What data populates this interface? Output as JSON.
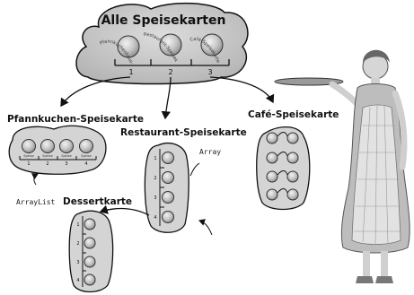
{
  "top_cloud": {
    "title": "Alle Speisekarten",
    "arc_labels": [
      "Pfannkuchenhaus-Speisekarte",
      "Restaurant-Speisekarte",
      "Café-Speisekarte"
    ],
    "indices": [
      "1",
      "2",
      "3"
    ]
  },
  "pancake_menu": {
    "title": "Pfannkuchen-Speisekarte",
    "item_labels": [
      "Speise",
      "Speise",
      "Speise",
      "Speise"
    ],
    "indices": [
      "1",
      "2",
      "3",
      "4"
    ],
    "annotation": "ArrayList"
  },
  "restaurant_menu": {
    "title": "Restaurant-Speisekarte",
    "indices": [
      "1",
      "2",
      "3",
      "4"
    ],
    "annotation": "Array"
  },
  "cafe_menu": {
    "title": "Café-Speisekarte"
  },
  "dessert_menu": {
    "title": "Dessertkarte",
    "indices": [
      "1",
      "2",
      "3",
      "4"
    ]
  },
  "colors": {
    "cloud_fill": "#c8c8c8",
    "blob_fill": "#d4d4d4",
    "plate_fill": "#bcbcbc",
    "ink": "#111111"
  }
}
